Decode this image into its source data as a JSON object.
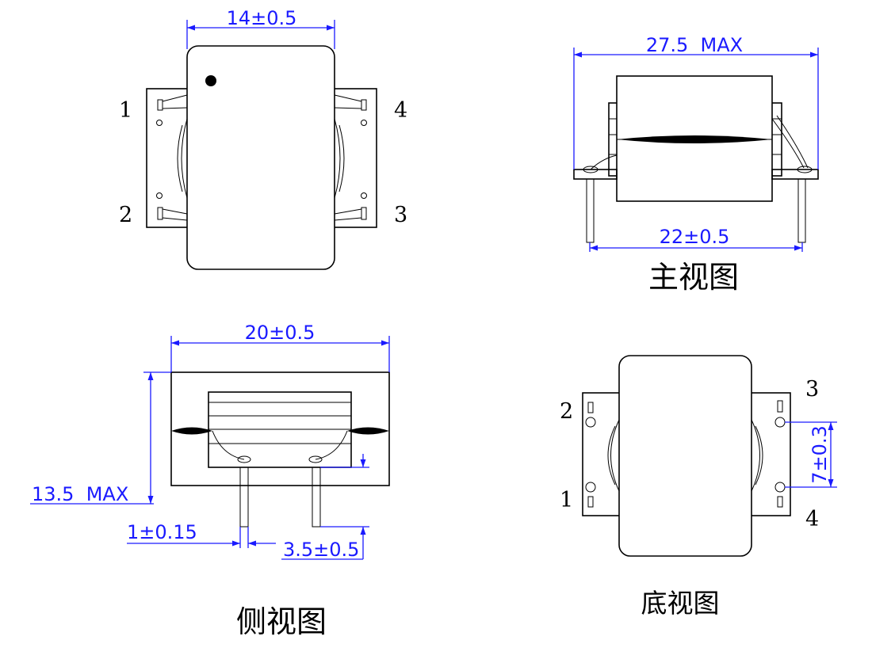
{
  "colors": {
    "dimension": "#1a1aff",
    "outline": "#000000",
    "background": "#ffffff"
  },
  "top_view": {
    "pins": [
      "1",
      "2",
      "3",
      "4"
    ],
    "dim_width": "14±0.5"
  },
  "front_view": {
    "title": "主视图",
    "dim_overall": "27.5  MAX",
    "dim_pin_pitch": "22±0.5"
  },
  "side_view": {
    "title": "侧视图",
    "dim_width": "20±0.5",
    "dim_height": "13.5  MAX",
    "dim_pin_dia": "1±0.15",
    "dim_pin_len": "3.5±0.5"
  },
  "bottom_view": {
    "title": "底视图",
    "pins": [
      "1",
      "2",
      "3",
      "4"
    ],
    "dim_pitch": "7±0.3"
  }
}
